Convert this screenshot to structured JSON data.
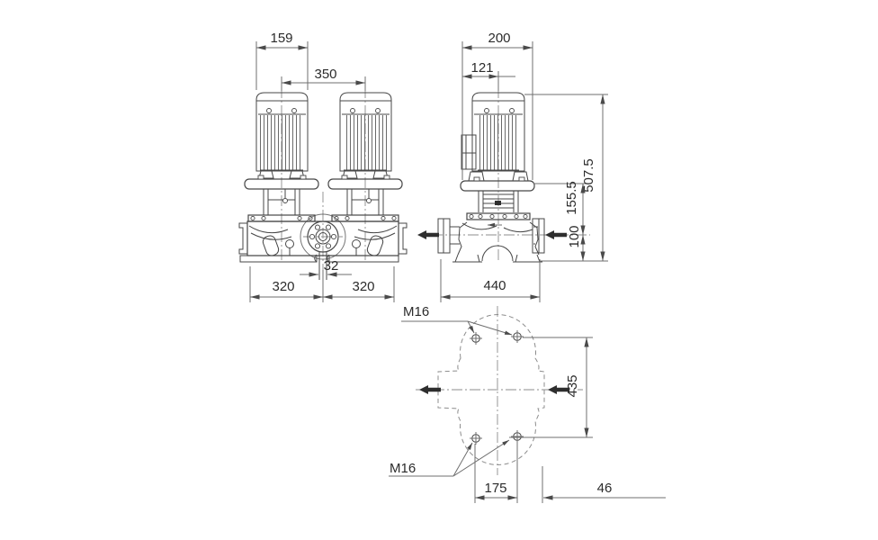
{
  "front_view": {
    "motor_width": "159",
    "motor_spacing": "350",
    "port_stub_width": "32",
    "span_left": "320",
    "span_right": "320"
  },
  "side_view": {
    "motor_depth": "200",
    "edge_to_center": "121",
    "overall_height": "507.5",
    "mid_height": "155.5",
    "port_height": "100",
    "casing_length": "440"
  },
  "top_view": {
    "thread_top": "M16",
    "thread_bottom": "M16",
    "hole_span_vertical": "435",
    "hole_span_horizontal": "175",
    "edge_offset": "46"
  }
}
